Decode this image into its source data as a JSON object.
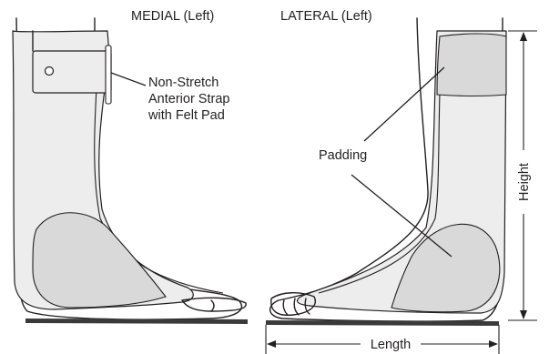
{
  "labels": {
    "medial": "MEDIAL (Left)",
    "lateral": "LATERAL (Left)",
    "strap_line1": "Non-Stretch",
    "strap_line2": "Anterior Strap",
    "strap_line3": "with Felt Pad",
    "padding": "Padding",
    "height": "Height",
    "length": "Length"
  },
  "colors": {
    "outline": "#231f20",
    "brace": "#ededed",
    "pad": "#d9d9d9"
  }
}
